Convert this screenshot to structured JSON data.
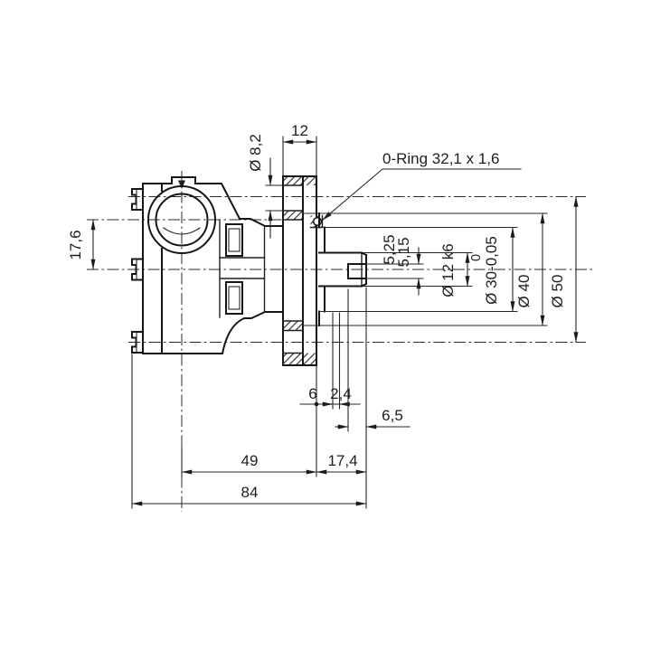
{
  "labels": {
    "oring": "0-Ring 32,1 x 1,6"
  },
  "dimensions": {
    "bolt_hole_dia": "Ø 8,2",
    "flange_thickness": "12",
    "port_offset": "17,6",
    "keyway_upper": "5,25",
    "keyway_lower": "5,15",
    "shaft_dia": "Ø 12 k6",
    "spigot_tol_upper": "0",
    "spigot_dia": "Ø 30-0,05",
    "pilot_dia": "Ø 40",
    "bolt_circle_dia": "Ø 50",
    "groove_offset": "6",
    "groove_width": "2,4",
    "keyway_length": "6,5",
    "body_length": "49",
    "hub_length": "17,4",
    "overall_length": "84"
  },
  "colors": {
    "line": "#1b1b1b",
    "background": "#ffffff"
  }
}
